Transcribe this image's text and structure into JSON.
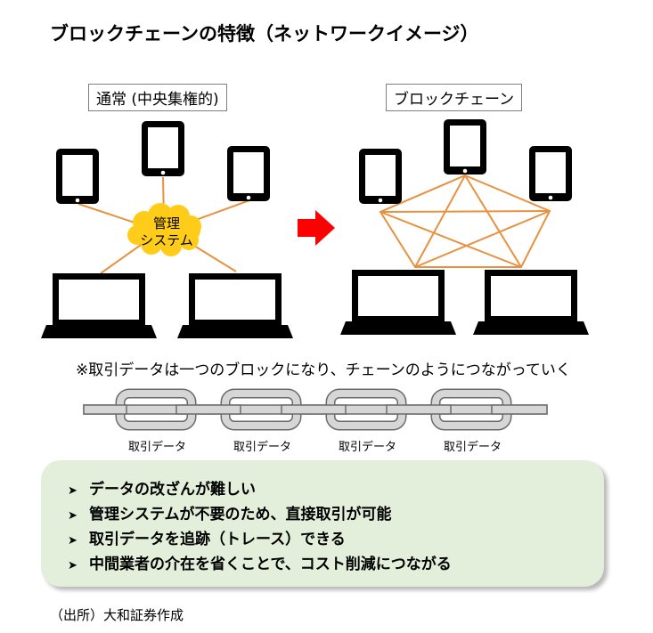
{
  "title": "ブロックチェーンの特徴（ネットワークイメージ）",
  "left_panel": {
    "label": "通常 (中央集権的)",
    "center_line1": "管理",
    "center_line2": "システム"
  },
  "right_panel": {
    "label": "ブロックチェーン"
  },
  "note": "※取引データは一つのブロックになり、チェーンのようにつながっていく",
  "chain": {
    "labels": [
      "取引データ",
      "取引データ",
      "取引データ",
      "取引データ"
    ]
  },
  "benefits": {
    "bullet": "➤",
    "items": [
      "データの改ざんが難しい",
      "管理システムが不要のため、直接取引が可能",
      "取引データを追跡（トレース）できる",
      "中間業者の介在を省くことで、コスト削減につながる"
    ]
  },
  "source": "（出所）大和証券作成",
  "colors": {
    "line": "#e8913e",
    "cloud": "#ffcc1a",
    "arrow": "#ff0000",
    "benefit_bg": "#e3efda",
    "chain_fill": "#d6d6d6",
    "chain_stroke": "#6b6b6b"
  }
}
